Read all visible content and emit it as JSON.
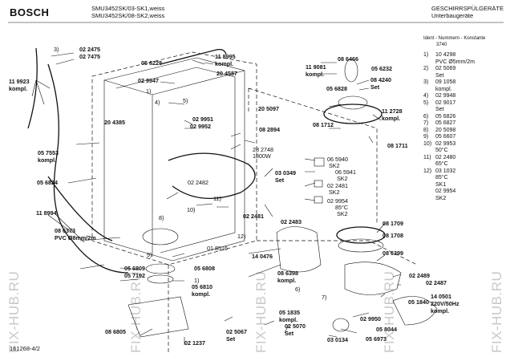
{
  "header": {
    "brand": "BOSCH",
    "model_1": "SMU3452SK/03-SK1,weiss",
    "model_2": "SMU3452SK/08-SK2,weiss",
    "category_1": "GESCHIRRSPÜLGERÄTE",
    "category_2": "Unterbaugeräte",
    "ident_label": "Ident - Nummern - Konstante",
    "ident_value": "3740"
  },
  "watermark": "FIX-HUB.RU",
  "footer_code": "161268-4/2",
  "legend": [
    {
      "k": "1)",
      "v": "10 4298"
    },
    {
      "k": "",
      "v": "PVC Ø5mm/2m"
    },
    {
      "k": "2)",
      "v": "02 5069"
    },
    {
      "k": "",
      "v": "Set"
    },
    {
      "k": "3)",
      "v": "09 1058"
    },
    {
      "k": "",
      "v": "kompl."
    },
    {
      "k": "4)",
      "v": "02 9948"
    },
    {
      "k": "5)",
      "v": "02 9017"
    },
    {
      "k": "",
      "v": "Set"
    },
    {
      "k": "6)",
      "v": "05 6826"
    },
    {
      "k": "7)",
      "v": "05 6827"
    },
    {
      "k": "8)",
      "v": "20 5098"
    },
    {
      "k": "9)",
      "v": "05 6607"
    },
    {
      "k": "10)",
      "v": "02 9953"
    },
    {
      "k": "",
      "v": "50°C"
    },
    {
      "k": "11)",
      "v": "02 2480"
    },
    {
      "k": "",
      "v": "65°C"
    },
    {
      "k": "12)",
      "v": "03 1032"
    },
    {
      "k": "",
      "v": "85°C"
    },
    {
      "k": "",
      "v": "SK1"
    },
    {
      "k": "",
      "v": "02 9954"
    },
    {
      "k": "",
      "v": "SK2"
    }
  ],
  "part_labels": [
    {
      "id": "p3",
      "text": "3)",
      "bold": false
    },
    {
      "id": "p022475",
      "text": "02 2475",
      "bold": true
    },
    {
      "id": "p027475",
      "text": "02 7475",
      "bold": true
    },
    {
      "id": "p056228",
      "text": "05 6228",
      "bold": true
    },
    {
      "id": "p118995",
      "text": "11 8995",
      "bold": true
    },
    {
      "id": "p118995k",
      "text": "kompl.",
      "bold": true
    },
    {
      "id": "p205687",
      "text": "20 4587",
      "bold": true
    },
    {
      "id": "p029947",
      "text": "02 9947",
      "bold": true
    },
    {
      "id": "p1a",
      "text": "1)",
      "bold": false
    },
    {
      "id": "p4",
      "text": "4)",
      "bold": false
    },
    {
      "id": "p5",
      "text": "5)",
      "bold": false
    },
    {
      "id": "p119923",
      "text": "11 9923",
      "bold": true
    },
    {
      "id": "p119923k",
      "text": "kompl.",
      "bold": true
    },
    {
      "id": "p204385",
      "text": "20 4385",
      "bold": true
    },
    {
      "id": "p205097",
      "text": "20 5097",
      "bold": true
    },
    {
      "id": "p082894",
      "text": "08 2894",
      "bold": true
    },
    {
      "id": "p029951",
      "text": "02 9951",
      "bold": true
    },
    {
      "id": "p029952",
      "text": "02 9952",
      "bold": true
    },
    {
      "id": "p057553",
      "text": "05 7553",
      "bold": true
    },
    {
      "id": "p057553k",
      "text": "kompl.",
      "bold": true
    },
    {
      "id": "p282748",
      "text": "28 2748",
      "bold": false
    },
    {
      "id": "p1800w",
      "text": "1800W",
      "bold": false
    },
    {
      "id": "p056824",
      "text": "05 6824",
      "bold": true
    },
    {
      "id": "p030349",
      "text": "03 0349",
      "bold": true
    },
    {
      "id": "p030349s",
      "text": "Set",
      "bold": true
    },
    {
      "id": "p022482",
      "text": "02 2482",
      "bold": false
    },
    {
      "id": "p118994",
      "text": "11 8994",
      "bold": true
    },
    {
      "id": "p8",
      "text": "8)",
      "bold": false
    },
    {
      "id": "p10",
      "text": "10)",
      "bold": false
    },
    {
      "id": "p11",
      "text": "11)",
      "bold": false
    },
    {
      "id": "p022481b",
      "text": "02 2481",
      "bold": true
    },
    {
      "id": "p022483",
      "text": "02 2483",
      "bold": true
    },
    {
      "id": "p12",
      "text": "12)",
      "bold": false
    },
    {
      "id": "p018516",
      "text": "01 8516",
      "bold": false
    },
    {
      "id": "p086373",
      "text": "08 6373",
      "bold": true
    },
    {
      "id": "p086373p",
      "text": "PVC Ø8mm/2m",
      "bold": true
    },
    {
      "id": "p9",
      "text": "9)",
      "bold": false
    },
    {
      "id": "p056809",
      "text": "05 6809",
      "bold": true
    },
    {
      "id": "p056808",
      "text": "05 6808",
      "bold": true
    },
    {
      "id": "p057192",
      "text": "05 7192",
      "bold": true
    },
    {
      "id": "p1b",
      "text": "1)",
      "bold": false
    },
    {
      "id": "p140476",
      "text": "14 0476",
      "bold": true
    },
    {
      "id": "p086398",
      "text": "08 6398",
      "bold": true
    },
    {
      "id": "p086398k",
      "text": "kompl.",
      "bold": true
    },
    {
      "id": "p6",
      "text": "6)",
      "bold": false
    },
    {
      "id": "p056810",
      "text": "05 6810",
      "bold": true
    },
    {
      "id": "p056810k",
      "text": "kompl.",
      "bold": true
    },
    {
      "id": "p7",
      "text": "7)",
      "bold": false
    },
    {
      "id": "p086805",
      "text": "08 6805",
      "bold": true
    },
    {
      "id": "p021237",
      "text": "02 1237",
      "bold": true
    },
    {
      "id": "p025067",
      "text": "02 5067",
      "bold": true
    },
    {
      "id": "p025067s",
      "text": "Set",
      "bold": true
    },
    {
      "id": "p051835",
      "text": "05 1835",
      "bold": true
    },
    {
      "id": "p051835k",
      "text": "kompl.",
      "bold": true
    },
    {
      "id": "p025070",
      "text": "02 5070",
      "bold": true
    },
    {
      "id": "p025070s",
      "text": "Set",
      "bold": true
    },
    {
      "id": "p030134",
      "text": "03 0134",
      "bold": true
    },
    {
      "id": "p086466",
      "text": "08 6466",
      "bold": true
    },
    {
      "id": "p119081",
      "text": "11 9081",
      "bold": true
    },
    {
      "id": "p119081k",
      "text": "kompl.",
      "bold": true
    },
    {
      "id": "p056232",
      "text": "05 6232",
      "bold": true
    },
    {
      "id": "p084240",
      "text": "08 4240",
      "bold": true
    },
    {
      "id": "p084240s",
      "text": "Set",
      "bold": true
    },
    {
      "id": "p056828",
      "text": "05 6828",
      "bold": true
    },
    {
      "id": "p112728",
      "text": "11 2728",
      "bold": true
    },
    {
      "id": "p112728k",
      "text": "kompl.",
      "bold": true
    },
    {
      "id": "p081712",
      "text": "08 1712",
      "bold": true
    },
    {
      "id": "p081711",
      "text": "08 1711",
      "bold": true
    },
    {
      "id": "p065940",
      "text": "06 5940",
      "bold": false
    },
    {
      "id": "pSK2a",
      "text": "SK2",
      "bold": false
    },
    {
      "id": "p065941",
      "text": "06 5941",
      "bold": false
    },
    {
      "id": "pSK2b",
      "text": "SK2",
      "bold": false
    },
    {
      "id": "p022481",
      "text": "02 2481",
      "bold": false
    },
    {
      "id": "pSK2c",
      "text": "SK2",
      "bold": false
    },
    {
      "id": "p029954",
      "text": "02 9954",
      "bold": false
    },
    {
      "id": "p85c",
      "text": "85°C",
      "bold": false
    },
    {
      "id": "pSK2d",
      "text": "SK2",
      "bold": false
    },
    {
      "id": "p081709",
      "text": "08 1709",
      "bold": true
    },
    {
      "id": "p081708",
      "text": "08 1708",
      "bold": true
    },
    {
      "id": "p086399",
      "text": "08 6399",
      "bold": true
    },
    {
      "id": "p022489",
      "text": "02 2489",
      "bold": true
    },
    {
      "id": "p022487",
      "text": "02 2487",
      "bold": true
    },
    {
      "id": "p140501",
      "text": "14 0501",
      "bold": true
    },
    {
      "id": "p220v",
      "text": "220V/50Hz",
      "bold": true
    },
    {
      "id": "p140501k",
      "text": "kompl.",
      "bold": true
    },
    {
      "id": "p051840",
      "text": "05 1840",
      "bold": true
    },
    {
      "id": "p029950",
      "text": "02 9950",
      "bold": true
    },
    {
      "id": "p058044",
      "text": "05 8044",
      "bold": true
    },
    {
      "id": "p056973",
      "text": "05 6973",
      "bold": true
    }
  ]
}
